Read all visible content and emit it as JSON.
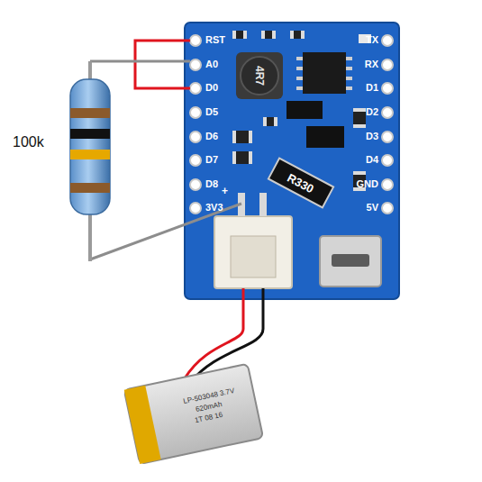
{
  "diagram": {
    "labels": [
      "100k",
      "RST",
      "A0",
      "D0",
      "D5",
      "D6",
      "D7",
      "D8",
      "3V3",
      "TX",
      "RX",
      "D1",
      "D2",
      "D3",
      "D4",
      "GND",
      "5V",
      "4R7",
      "R330",
      "+",
      "LP-503048 3.7V",
      "620mAh",
      "1T 08 16"
    ]
  }
}
